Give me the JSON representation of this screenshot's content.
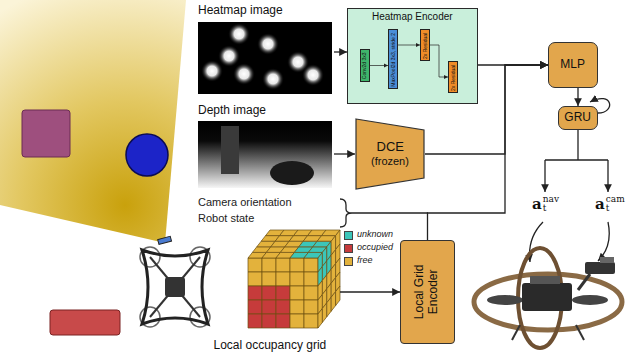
{
  "diagram": {
    "nodes": [
      {
        "text": [
          "Heatmap image"
        ]
      },
      {
        "text": [
          "Heatmap Encoder"
        ]
      },
      {
        "text": [
          "Conv2d 3x3"
        ],
        "in": 1
      },
      {
        "text": [
          "MaxPool2d 3x3, stride 2"
        ],
        "in": 1
      },
      {
        "text": [
          "2x Residual"
        ],
        "in": 1
      },
      {
        "text": [
          "2x Residual"
        ],
        "in": 1
      },
      {
        "text": [
          "MLP"
        ]
      },
      {
        "text": [
          "GRU"
        ]
      },
      {
        "text": [
          "Depth image"
        ]
      },
      {
        "text": [
          "DCE",
          "(frozen)"
        ]
      },
      {
        "text": [
          "Local occupancy grid"
        ]
      },
      {
        "text": [
          "Local Grid Encoder"
        ]
      }
    ],
    "edges": [
      {
        "from": 0,
        "to": 1,
        "arrow": "to"
      },
      {
        "from": 2,
        "to": 3,
        "arrow": "to"
      },
      {
        "from": 3,
        "to": 4,
        "arrow": "to"
      },
      {
        "from": 4,
        "to": 5,
        "arrow": "to"
      },
      {
        "from": 1,
        "to": 6,
        "arrow": "to"
      },
      {
        "from": 6,
        "to": 7,
        "arrow": "to"
      },
      {
        "from": 8,
        "to": 9,
        "arrow": "to"
      },
      {
        "from": 9,
        "to": 6,
        "arrow": "to"
      },
      {
        "from": 10,
        "to": 11,
        "arrow": "to"
      },
      {
        "from": 11,
        "to": 6,
        "arrow": "to"
      }
    ],
    "labels": [
      "Camera orientation",
      "Robot state",
      "a",
      "t",
      "nav",
      "a",
      "t",
      "cam"
    ],
    "legend": [
      {
        "text": "unknown",
        "color": "#3cc6b9"
      },
      {
        "text": "occupied",
        "color": "#c63b3b"
      },
      {
        "text": "free",
        "color": "#e3b23c"
      }
    ]
  }
}
